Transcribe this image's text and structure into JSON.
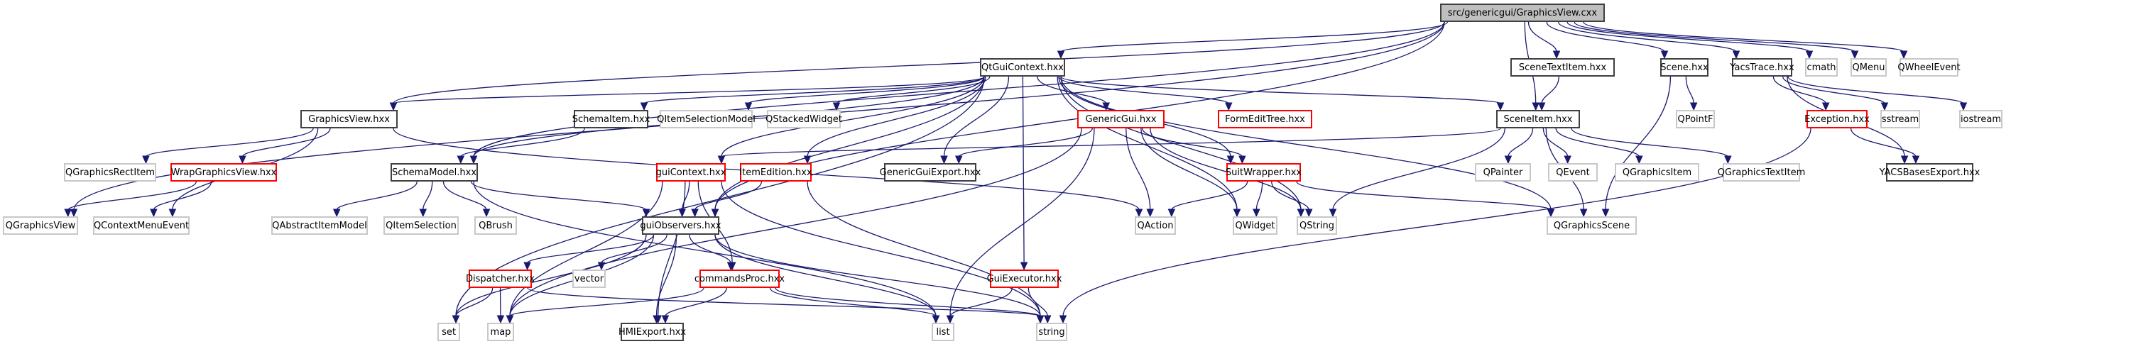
{
  "diagram": {
    "title": "src/genericgui/GraphicsView.cxx",
    "type": "include-dependency-graph",
    "colors": {
      "edge": "#191970",
      "root_fill": "#bfbfbf",
      "documented_border": "#404040",
      "incomplete_border": "#ff0000",
      "external_border": "#c8c8c8"
    },
    "nodes": [
      {
        "id": "root",
        "label": "src/genericgui/GraphicsView.cxx",
        "kind": "root"
      },
      {
        "id": "QtGuiContext",
        "label": "QtGuiContext.hxx",
        "kind": "doc"
      },
      {
        "id": "SceneTextItem",
        "label": "SceneTextItem.hxx",
        "kind": "doc"
      },
      {
        "id": "Scene",
        "label": "Scene.hxx",
        "kind": "doc"
      },
      {
        "id": "YacsTrace",
        "label": "YacsTrace.hxx",
        "kind": "doc"
      },
      {
        "id": "cmath",
        "label": "cmath",
        "kind": "ext"
      },
      {
        "id": "QMenu",
        "label": "QMenu",
        "kind": "ext"
      },
      {
        "id": "QWheelEvent",
        "label": "QWheelEvent",
        "kind": "ext"
      },
      {
        "id": "GraphicsView",
        "label": "GraphicsView.hxx",
        "kind": "doc"
      },
      {
        "id": "SchemaItem",
        "label": "SchemaItem.hxx",
        "kind": "doc"
      },
      {
        "id": "QItemSelectionModel",
        "label": "QItemSelectionModel",
        "kind": "ext"
      },
      {
        "id": "QStackedWidget",
        "label": "QStackedWidget",
        "kind": "ext"
      },
      {
        "id": "GenericGui",
        "label": "GenericGui.hxx",
        "kind": "red"
      },
      {
        "id": "FormEditTree",
        "label": "FormEditTree.hxx",
        "kind": "red"
      },
      {
        "id": "SceneItem",
        "label": "SceneItem.hxx",
        "kind": "doc"
      },
      {
        "id": "QPointF",
        "label": "QPointF",
        "kind": "ext"
      },
      {
        "id": "Exception",
        "label": "Exception.hxx",
        "kind": "red"
      },
      {
        "id": "sstream",
        "label": "sstream",
        "kind": "ext"
      },
      {
        "id": "iostream",
        "label": "iostream",
        "kind": "ext"
      },
      {
        "id": "QGraphicsRectItem",
        "label": "QGraphicsRectItem",
        "kind": "ext"
      },
      {
        "id": "WrapGraphicsView",
        "label": "WrapGraphicsView.hxx",
        "kind": "red"
      },
      {
        "id": "SchemaModel",
        "label": "SchemaModel.hxx",
        "kind": "doc"
      },
      {
        "id": "guiContext",
        "label": "guiContext.hxx",
        "kind": "red"
      },
      {
        "id": "ItemEdition",
        "label": "ItemEdition.hxx",
        "kind": "red"
      },
      {
        "id": "GenericGuiExport",
        "label": "GenericGuiExport.hxx",
        "kind": "doc"
      },
      {
        "id": "SuitWrapper",
        "label": "SuitWrapper.hxx",
        "kind": "red"
      },
      {
        "id": "QPainter",
        "label": "QPainter",
        "kind": "ext"
      },
      {
        "id": "QEvent",
        "label": "QEvent",
        "kind": "ext"
      },
      {
        "id": "QGraphicsItem",
        "label": "QGraphicsItem",
        "kind": "ext"
      },
      {
        "id": "QGraphicsTextItem",
        "label": "QGraphicsTextItem",
        "kind": "ext"
      },
      {
        "id": "YACSBasesExport",
        "label": "YACSBasesExport.hxx",
        "kind": "doc"
      },
      {
        "id": "QGraphicsView",
        "label": "QGraphicsView",
        "kind": "ext"
      },
      {
        "id": "QContextMenuEvent",
        "label": "QContextMenuEvent",
        "kind": "ext"
      },
      {
        "id": "QAbstractItemModel",
        "label": "QAbstractItemModel",
        "kind": "ext"
      },
      {
        "id": "QItemSelection",
        "label": "QItemSelection",
        "kind": "ext"
      },
      {
        "id": "QBrush",
        "label": "QBrush",
        "kind": "ext"
      },
      {
        "id": "guiObservers",
        "label": "guiObservers.hxx",
        "kind": "doc"
      },
      {
        "id": "QAction",
        "label": "QAction",
        "kind": "ext"
      },
      {
        "id": "QWidget",
        "label": "QWidget",
        "kind": "ext"
      },
      {
        "id": "QString",
        "label": "QString",
        "kind": "ext"
      },
      {
        "id": "QGraphicsScene",
        "label": "QGraphicsScene",
        "kind": "ext"
      },
      {
        "id": "Dispatcher",
        "label": "Dispatcher.hxx",
        "kind": "red"
      },
      {
        "id": "vector",
        "label": "vector",
        "kind": "ext"
      },
      {
        "id": "commandsProc",
        "label": "commandsProc.hxx",
        "kind": "red"
      },
      {
        "id": "GuiExecutor",
        "label": "GuiExecutor.hxx",
        "kind": "red"
      },
      {
        "id": "set",
        "label": "set",
        "kind": "ext"
      },
      {
        "id": "map",
        "label": "map",
        "kind": "ext"
      },
      {
        "id": "HMIExport",
        "label": "HMIExport.hxx",
        "kind": "doc"
      },
      {
        "id": "list",
        "label": "list",
        "kind": "ext"
      },
      {
        "id": "string",
        "label": "string",
        "kind": "ext"
      }
    ],
    "edges": [
      [
        "root",
        "QtGuiContext"
      ],
      [
        "root",
        "SceneTextItem"
      ],
      [
        "root",
        "Scene"
      ],
      [
        "root",
        "YacsTrace"
      ],
      [
        "root",
        "cmath"
      ],
      [
        "root",
        "QMenu"
      ],
      [
        "root",
        "QWheelEvent"
      ],
      [
        "root",
        "GraphicsView"
      ],
      [
        "root",
        "SchemaModel"
      ],
      [
        "root",
        "SceneItem"
      ],
      [
        "root",
        "guiObservers"
      ],
      [
        "root",
        "QGraphicsView"
      ],
      [
        "QtGuiContext",
        "GraphicsView"
      ],
      [
        "QtGuiContext",
        "SchemaItem"
      ],
      [
        "QtGuiContext",
        "QItemSelectionModel"
      ],
      [
        "QtGuiContext",
        "QStackedWidget"
      ],
      [
        "QtGuiContext",
        "GenericGui"
      ],
      [
        "QtGuiContext",
        "FormEditTree"
      ],
      [
        "QtGuiContext",
        "SceneItem"
      ],
      [
        "QtGuiContext",
        "SchemaModel"
      ],
      [
        "QtGuiContext",
        "guiContext"
      ],
      [
        "QtGuiContext",
        "ItemEdition"
      ],
      [
        "QtGuiContext",
        "GenericGuiExport"
      ],
      [
        "QtGuiContext",
        "SuitWrapper"
      ],
      [
        "QtGuiContext",
        "QGraphicsScene"
      ],
      [
        "QtGuiContext",
        "guiObservers"
      ],
      [
        "QtGuiContext",
        "QWidget"
      ],
      [
        "QtGuiContext",
        "QString"
      ],
      [
        "QtGuiContext",
        "GuiExecutor"
      ],
      [
        "QtGuiContext",
        "set"
      ],
      [
        "SceneTextItem",
        "SceneItem"
      ],
      [
        "Scene",
        "QPointF"
      ],
      [
        "Scene",
        "QGraphicsScene"
      ],
      [
        "YacsTrace",
        "Exception"
      ],
      [
        "YacsTrace",
        "sstream"
      ],
      [
        "YacsTrace",
        "iostream"
      ],
      [
        "YacsTrace",
        "YACSBasesExport"
      ],
      [
        "GraphicsView",
        "QGraphicsRectItem"
      ],
      [
        "GraphicsView",
        "WrapGraphicsView"
      ],
      [
        "GraphicsView",
        "QContextMenuEvent"
      ],
      [
        "GraphicsView",
        "QAction"
      ],
      [
        "SchemaItem",
        "SchemaModel"
      ],
      [
        "GenericGui",
        "GenericGuiExport"
      ],
      [
        "GenericGui",
        "SuitWrapper"
      ],
      [
        "GenericGui",
        "QAction"
      ],
      [
        "GenericGui",
        "QString"
      ],
      [
        "GenericGui",
        "list"
      ],
      [
        "GenericGui",
        "map"
      ],
      [
        "GenericGui",
        "QWidget"
      ],
      [
        "SceneItem",
        "QPainter"
      ],
      [
        "SceneItem",
        "QEvent"
      ],
      [
        "SceneItem",
        "QGraphicsItem"
      ],
      [
        "SceneItem",
        "QGraphicsTextItem"
      ],
      [
        "SceneItem",
        "QString"
      ],
      [
        "SceneItem",
        "QGraphicsScene"
      ],
      [
        "SceneItem",
        "guiContext"
      ],
      [
        "Exception",
        "YACSBasesExport"
      ],
      [
        "Exception",
        "string"
      ],
      [
        "WrapGraphicsView",
        "QGraphicsView"
      ],
      [
        "WrapGraphicsView",
        "QContextMenuEvent"
      ],
      [
        "SchemaModel",
        "QAbstractItemModel"
      ],
      [
        "SchemaModel",
        "QItemSelection"
      ],
      [
        "SchemaModel",
        "QBrush"
      ],
      [
        "SchemaModel",
        "guiObservers"
      ],
      [
        "SchemaModel",
        "list"
      ],
      [
        "guiContext",
        "guiObservers"
      ],
      [
        "guiContext",
        "commandsProc"
      ],
      [
        "guiContext",
        "HMIExport"
      ],
      [
        "guiContext",
        "map"
      ],
      [
        "guiContext",
        "string"
      ],
      [
        "ItemEdition",
        "guiObservers"
      ],
      [
        "ItemEdition",
        "string"
      ],
      [
        "SuitWrapper",
        "QAction"
      ],
      [
        "SuitWrapper",
        "QWidget"
      ],
      [
        "SuitWrapper",
        "QString"
      ],
      [
        "SuitWrapper",
        "QGraphicsScene"
      ],
      [
        "guiObservers",
        "Dispatcher"
      ],
      [
        "guiObservers",
        "vector"
      ],
      [
        "guiObservers",
        "commandsProc"
      ],
      [
        "guiObservers",
        "set"
      ],
      [
        "guiObservers",
        "map"
      ],
      [
        "guiObservers",
        "HMIExport"
      ],
      [
        "guiObservers",
        "list"
      ],
      [
        "guiObservers",
        "string"
      ],
      [
        "Dispatcher",
        "set"
      ],
      [
        "Dispatcher",
        "map"
      ],
      [
        "Dispatcher",
        "string"
      ],
      [
        "commandsProc",
        "HMIExport"
      ],
      [
        "commandsProc",
        "map"
      ],
      [
        "commandsProc",
        "list"
      ],
      [
        "commandsProc",
        "string"
      ],
      [
        "GuiExecutor",
        "list"
      ],
      [
        "GuiExecutor",
        "string"
      ]
    ]
  }
}
